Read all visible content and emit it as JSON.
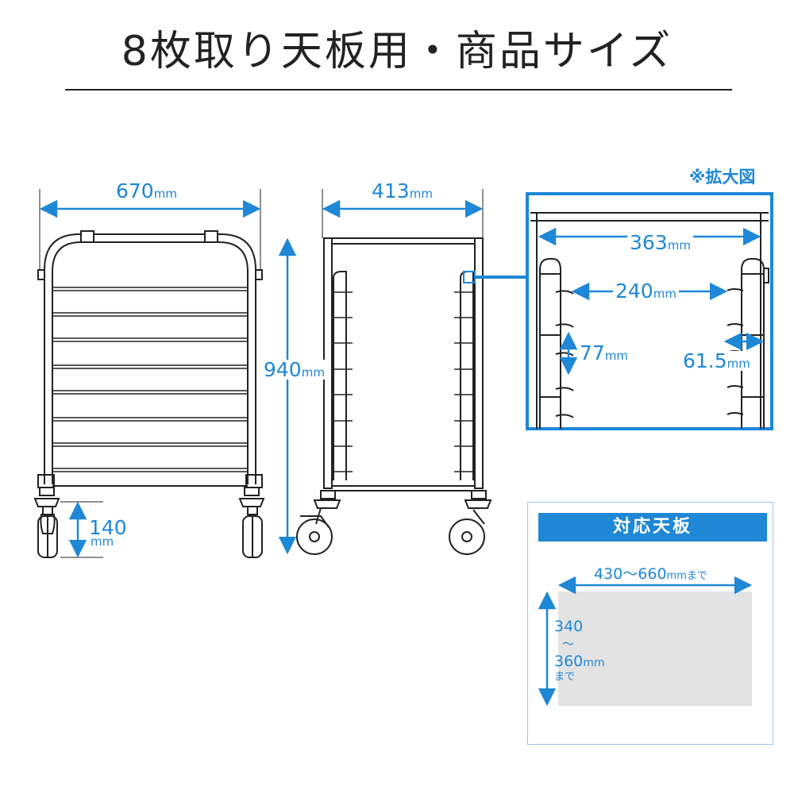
{
  "title": "8枚取り天板用・商品サイズ",
  "zoom_label": "※拡大図",
  "dimensions": {
    "width_front": {
      "value": "670",
      "unit": "mm"
    },
    "depth_side": {
      "value": "413",
      "unit": "mm"
    },
    "height_total": {
      "value": "940",
      "unit": "mm"
    },
    "caster_height": {
      "value": "140",
      "unit": "mm"
    },
    "inner_width": {
      "value": "363",
      "unit": "mm"
    },
    "rail_gap": {
      "value": "240",
      "unit": "mm"
    },
    "shelf_pitch": {
      "value": "77",
      "unit": "mm"
    },
    "rail_depth": {
      "value": "61.5",
      "unit": "mm"
    }
  },
  "tray": {
    "header": "対応天板",
    "width_text": "430〜660",
    "width_unit": "mmまで",
    "height_top": "340",
    "height_sep": "〜",
    "height_bottom": "360",
    "height_unit": "mm",
    "height_made": "まで"
  },
  "colors": {
    "accent": "#1e87d6",
    "line": "#222222",
    "tray_fill": "#e3e3e3"
  }
}
